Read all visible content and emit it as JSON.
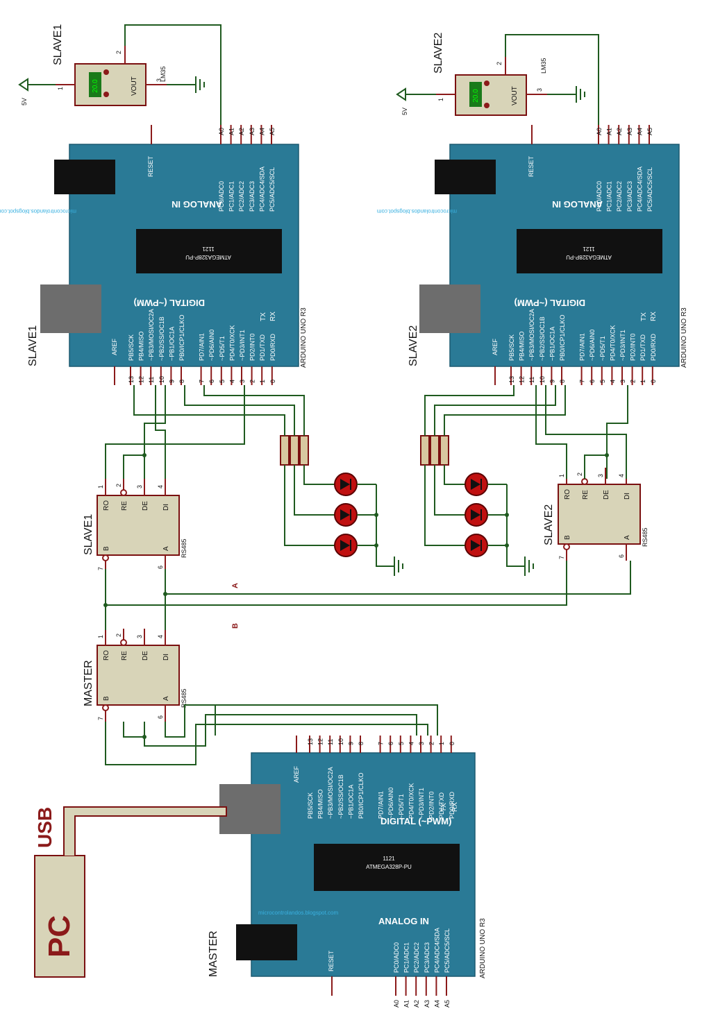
{
  "components": {
    "slave1_title": "SLAVE1",
    "slave2_title": "SLAVE2",
    "master_title": "MASTER",
    "pc_label": "PC",
    "usb_label": "USB",
    "arduino_name": "ARDUINO UNO R3",
    "rs485_name": "RS485",
    "lm35_name": "LM35",
    "chip_name": "ATMEGA328P-PU",
    "chip_code": "1121",
    "blog": "microcontrolandos.blogspot.com",
    "digital_label": "DIGITAL (~PWM)",
    "analog_label": "ANALOG IN",
    "reset_label": "RESET",
    "aref_label": "AREF",
    "tx_label": "TX",
    "rx_label": "RX",
    "vout_label": "VOUT",
    "lm35_display": "20.0",
    "supply_label": "5V",
    "bus_a_label": "A",
    "bus_b_label": "B"
  },
  "arduino_digital_pins": [
    "PB5/SCK",
    "PB4/MISO",
    "~PB3/MOSI/OC2A",
    "~PB2/SS/OC1B",
    "~PB1/OC1A",
    "PB0/ICP1/CLKO",
    "PD7/AIN1",
    "~PD6/AIN0",
    "~PD5/T1",
    "PD4/T0/XCK",
    "~PD3/INT1",
    "PD2/INT0",
    "PD1/TXD",
    "PD0/RXD"
  ],
  "arduino_digital_numbers": [
    "13",
    "12",
    "11",
    "10",
    "9",
    "8",
    "7",
    "6",
    "5",
    "4",
    "3",
    "2",
    "1",
    "0"
  ],
  "arduino_analog_pins": [
    "PC0/ADC0",
    "PC1/ADC1",
    "PC2/ADC2",
    "PC3/ADC3",
    "PC4/ADC4/SDA",
    "PC5/ADC5/SCL"
  ],
  "arduino_analog_numbers": [
    "A0",
    "A1",
    "A2",
    "A3",
    "A4",
    "A5"
  ],
  "rs485_pins": {
    "ro": "RO",
    "re": "RE",
    "de": "DE",
    "di": "DI",
    "b": "B",
    "a": "A",
    "n1": "1",
    "n2": "2",
    "n3": "3",
    "n4": "4",
    "n7": "7",
    "n6": "6"
  },
  "lm35_pins": {
    "p1": "1",
    "p2": "2",
    "p3": "3"
  }
}
